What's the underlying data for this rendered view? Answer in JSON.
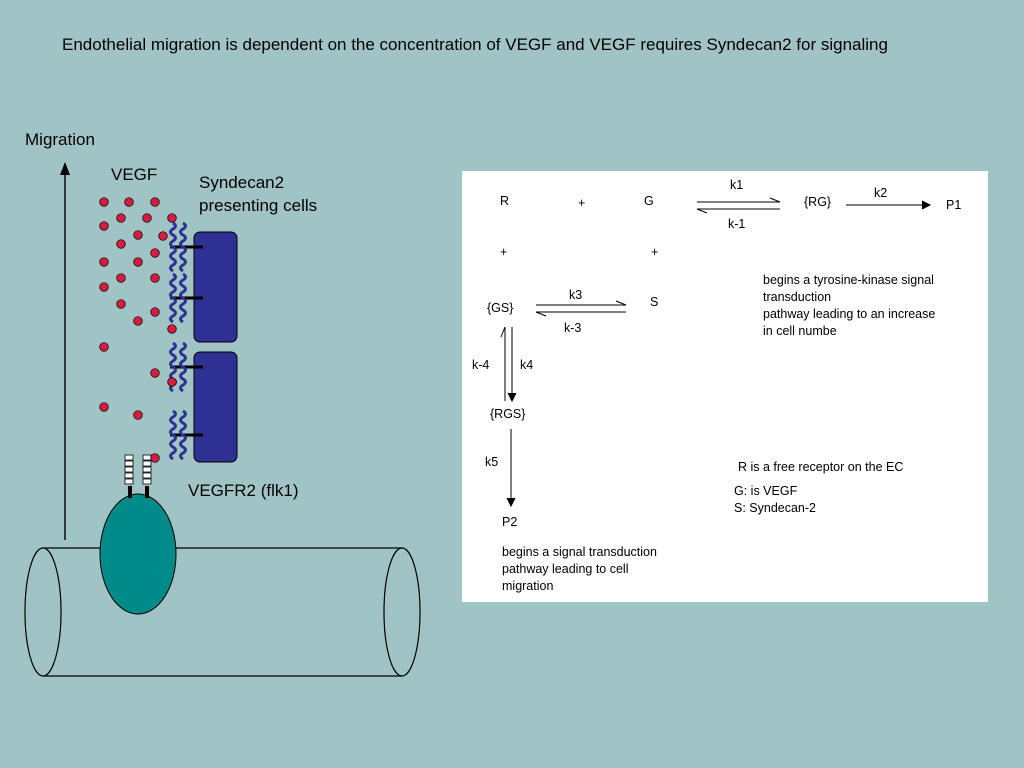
{
  "title": "Endothelial migration is dependent on the concentration of VEGF and VEGF requires Syndecan2 for signaling",
  "left_diagram": {
    "migration_label": "Migration",
    "vegf_label": "VEGF",
    "syndecan_label_line1": "Syndecan2",
    "syndecan_label_line2": "presenting cells",
    "receptor_label": "VEGFR2 (flk1)",
    "colors": {
      "vegf_dot": "#d81c3f",
      "syndecan_cell": "#2e3192",
      "receptor_cell": "#008b8b",
      "background": "#a0c4c6"
    }
  },
  "reaction_scheme": {
    "species": {
      "R": "R",
      "plus1": "+",
      "G": "G",
      "RG": "{RG}",
      "P1": "P1",
      "plus2": "+",
      "plus3": "+",
      "GS": "{GS}",
      "S": "S",
      "RGS": "{RGS}",
      "P2": "P2"
    },
    "rates": {
      "k1": "k1",
      "k_1": "k-1",
      "k2": "k2",
      "k3": "k3",
      "k_3": "k-3",
      "k_4": "k-4",
      "k4": "k4",
      "k5": "k5"
    },
    "note_p1": [
      "begins a  tyrosine-kinase signal",
      "transduction",
      "pathway leading to an increase",
      "in cell numbe"
    ],
    "note_legend": {
      "r_def": "R is a free receptor on the EC",
      "g_def": "G: is VEGF",
      "s_def": "S: Syndecan-2"
    },
    "note_p2": [
      "begins a  signal transduction",
      "pathway leading to cell",
      "migration"
    ]
  }
}
